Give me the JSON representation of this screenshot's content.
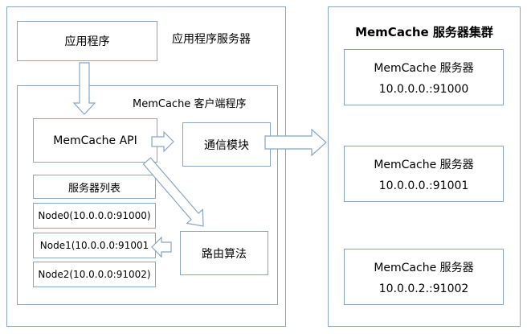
{
  "app_server": {
    "label": "应用程序服务器",
    "application": "应用程序",
    "client": {
      "label": "MemCache 客户端程序",
      "api": "MemCache API",
      "comm": "通信模块",
      "routing": "路由算法",
      "server_list": {
        "header": "服务器列表",
        "nodes": [
          "Node0(10.0.0.0:91000)",
          "Node1(10.0.0.0:91001",
          "Node2(10.0.0.0:91002)"
        ]
      }
    }
  },
  "cluster": {
    "title": "MemCache 服务器集群",
    "servers": [
      {
        "name": "MemCache 服务器",
        "address": "10.0.0.0.:91000"
      },
      {
        "name": "MemCache 服务器",
        "address": "10.0.0.0.:91001"
      },
      {
        "name": "MemCache 服务器",
        "address": "10.0.0.2.:91002"
      }
    ]
  },
  "colors": {
    "line": "#8aa5c4",
    "text": "#000000",
    "background": "#ffffff"
  }
}
